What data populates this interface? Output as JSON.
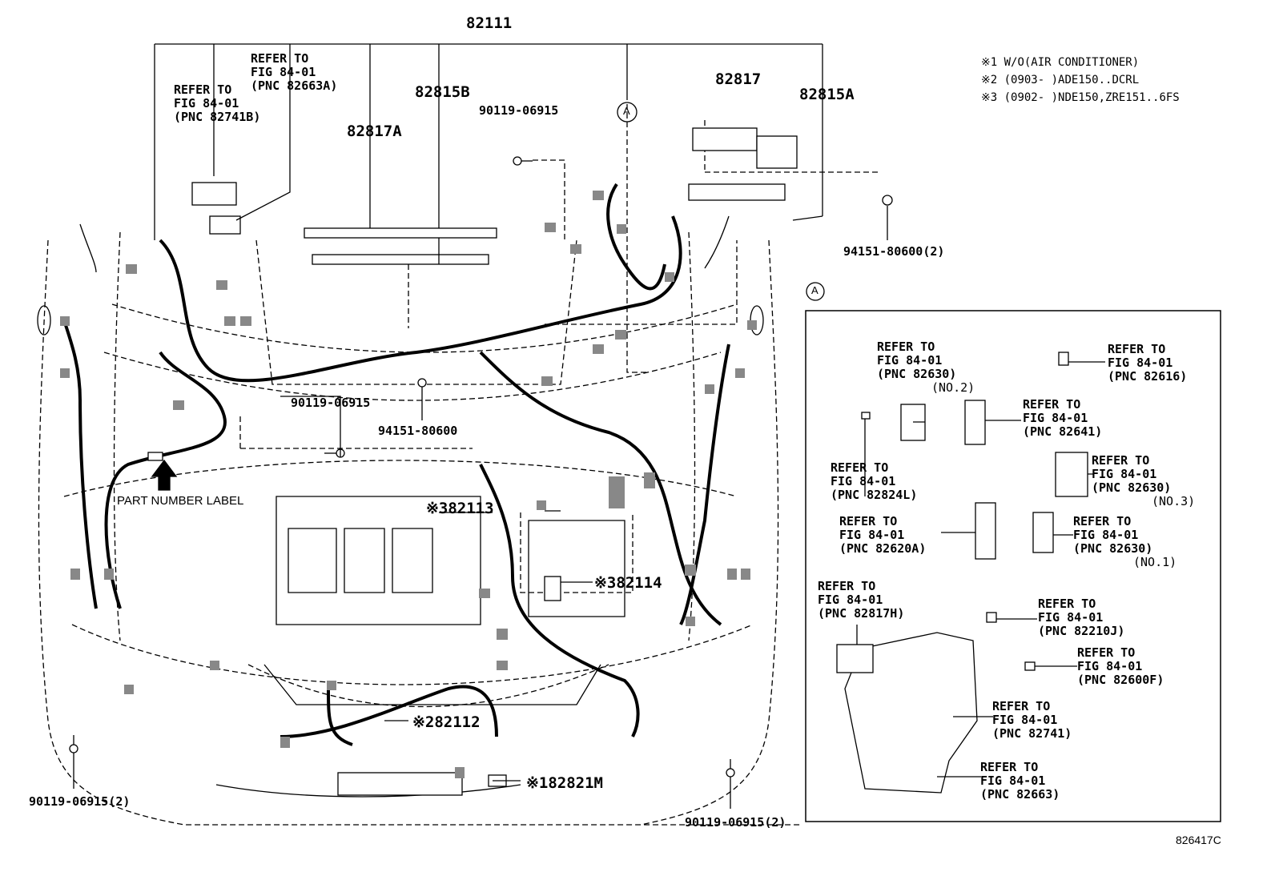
{
  "notes": [
    "※1 W/O(AIR CONDITIONER)",
    "※2 (0903-     )ADE150..DCRL",
    "※3 (0902-     )NDE150,ZRE151..6FS"
  ],
  "main_part": "82111",
  "parts": {
    "p82817": "82817",
    "p82815A": "82815A",
    "p82815B": "82815B",
    "p82817A": "82817A",
    "bolt_top": "90119-06915",
    "clip_right": "94151-80600(2)",
    "bolt_mid": "90119-06915",
    "clip_mid": "94151-80600",
    "p82113": "※382113",
    "p82114": "※382114",
    "p82112": "※282112",
    "p82821M": "※182821M",
    "bolt_left": "90119-06915(2)",
    "bolt_right": "90119-06915(2)"
  },
  "callout_A": "A",
  "part_number_label": "PART NUMBER LABEL",
  "refs_main": [
    {
      "id": "r82663A",
      "lines": [
        "REFER TO",
        "FIG 84-01",
        "(PNC 82663A)"
      ]
    },
    {
      "id": "r82741B",
      "lines": [
        "REFER TO",
        "FIG 84-01",
        "(PNC 82741B)"
      ]
    }
  ],
  "refs_box": [
    {
      "id": "r82630_2",
      "lines": [
        "REFER TO",
        "FIG 84-01",
        "(PNC 82630)"
      ],
      "extra": "(NO.2)"
    },
    {
      "id": "r82616",
      "lines": [
        "REFER TO",
        "FIG 84-01",
        "(PNC 82616)"
      ]
    },
    {
      "id": "r82641",
      "lines": [
        "REFER TO",
        "FIG 84-01",
        "(PNC 82641)"
      ]
    },
    {
      "id": "r82824L",
      "lines": [
        "REFER TO",
        "FIG 84-01",
        "(PNC 82824L)"
      ]
    },
    {
      "id": "r82630_3",
      "lines": [
        "REFER TO",
        "FIG 84-01",
        "(PNC 82630)"
      ],
      "extra": "(NO.3)"
    },
    {
      "id": "r82620A",
      "lines": [
        "REFER TO",
        "FIG 84-01",
        "(PNC 82620A)"
      ]
    },
    {
      "id": "r82630_1",
      "lines": [
        "REFER TO",
        "FIG 84-01",
        "(PNC 82630)"
      ],
      "extra": "(NO.1)"
    },
    {
      "id": "r82817H",
      "lines": [
        "REFER TO",
        "FIG 84-01",
        "(PNC 82817H)"
      ]
    },
    {
      "id": "r82210J",
      "lines": [
        "REFER TO",
        "FIG 84-01",
        "(PNC 82210J)"
      ]
    },
    {
      "id": "r82600F",
      "lines": [
        "REFER TO",
        "FIG 84-01",
        "(PNC 82600F)"
      ]
    },
    {
      "id": "r82741",
      "lines": [
        "REFER TO",
        "FIG 84-01",
        "(PNC 82741)"
      ]
    },
    {
      "id": "r82663",
      "lines": [
        "REFER TO",
        "FIG 84-01",
        "(PNC 82663)"
      ]
    }
  ],
  "figure_id": "826417C"
}
